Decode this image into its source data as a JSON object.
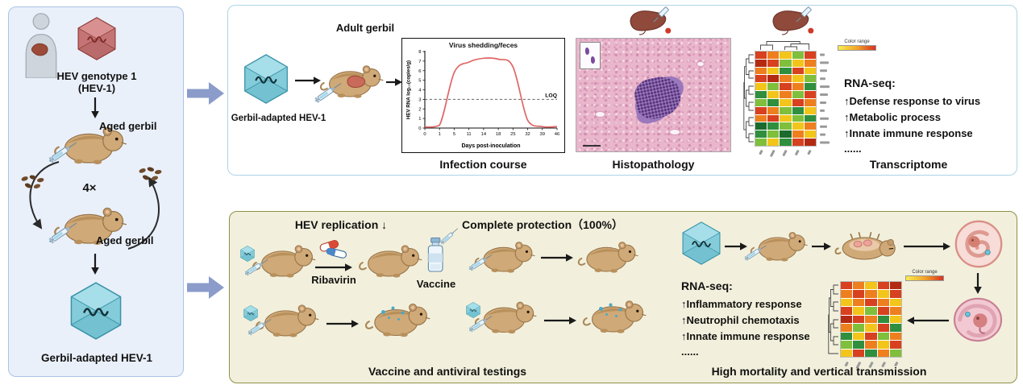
{
  "colors": {
    "panel_left_bg": "#eaf0fa",
    "panel_left_border": "#a9c3e6",
    "panel_top_border": "#aed4e6",
    "panel_bottom_bg": "#f2f0dc",
    "panel_bottom_border": "#8f9048",
    "connector_arrow": "#8b9cca",
    "virus_red": "#cb8181",
    "virus_blue": "#92d6e3",
    "chart_line": "#e06666"
  },
  "left_panel": {
    "genotype_line1": "HEV genotype 1",
    "genotype_line2": "(HEV-1)",
    "aged_gerbil_top": "Aged gerbil",
    "passage_count": "4×",
    "aged_gerbil_bottom": "Aged gerbil",
    "adapted_label": "Gerbil-adapted HEV-1"
  },
  "top_panel": {
    "virus_label": "Gerbil-adapted HEV-1",
    "adult_gerbil_label": "Adult gerbil",
    "caption_infection": "Infection course",
    "caption_histopathology": "Histopathology",
    "caption_transcriptome": "Transcriptome",
    "legend_label": "Color range",
    "rnaseq_title": "RNA-seq:",
    "rnaseq_items": [
      "↑Defense response to virus",
      "↑Metabolic process",
      "↑Innate immune response",
      "......"
    ]
  },
  "chart_data": {
    "type": "line",
    "title": "Virus shedding/feces",
    "xlabel": "Days post-inoculation",
    "ylabel": "HEV RNA log₁₀(copies/g)",
    "x": [
      0,
      1,
      5,
      11,
      14,
      18,
      25,
      32,
      39,
      46
    ],
    "values": [
      0.1,
      0.3,
      5.8,
      6.9,
      7.3,
      7.2,
      6.4,
      0.8,
      0.15,
      0.15
    ],
    "ylim": [
      0,
      8
    ],
    "yticks": [
      0,
      1,
      2,
      3,
      4,
      5,
      6,
      7,
      8
    ],
    "loq_label": "LOQ",
    "loq_value": 3.0,
    "line_color": "#e06666",
    "legend_position": "none",
    "grid": false
  },
  "bottom_panel": {
    "replication_label": "HEV replication ↓",
    "ribavirin_label": "Ribavirin",
    "protection_label": "Complete protection（100%）",
    "vaccine_label": "Vaccine",
    "rnaseq_title": "RNA-seq:",
    "rnaseq_items": [
      "↑Inflammatory response",
      "↑Neutrophil chemotaxis",
      "↑Innate immune response",
      "......"
    ],
    "caption_left": "Vaccine and antiviral testings",
    "caption_right": "High mortality and vertical transmission",
    "legend_label": "Color range"
  },
  "heatmaps": {
    "transcriptome": [
      [
        "#d7411f",
        "#ee7f1e",
        "#f3c51a",
        "#7fbf3c",
        "#d7411f"
      ],
      [
        "#b22a12",
        "#d7411f",
        "#7fbf3c",
        "#f3c51a",
        "#ee7f1e"
      ],
      [
        "#ee7f1e",
        "#f3c51a",
        "#2f8f3e",
        "#d7411f",
        "#f3c51a"
      ],
      [
        "#d7411f",
        "#b22a12",
        "#ee7f1e",
        "#f3c51a",
        "#7fbf3c"
      ],
      [
        "#f3c51a",
        "#7fbf3c",
        "#d7411f",
        "#ee7f1e",
        "#2f8f3e"
      ],
      [
        "#2f8f3e",
        "#f3c51a",
        "#ee7f1e",
        "#7fbf3c",
        "#d7411f"
      ],
      [
        "#7fbf3c",
        "#2f8f3e",
        "#f3c51a",
        "#d7411f",
        "#ee7f1e"
      ],
      [
        "#d7411f",
        "#ee7f1e",
        "#7fbf3c",
        "#2f8f3e",
        "#f3c51a"
      ],
      [
        "#ee7f1e",
        "#d7411f",
        "#f3c51a",
        "#7fbf3c",
        "#2f8f3e"
      ],
      [
        "#1c6b2e",
        "#2f8f3e",
        "#7fbf3c",
        "#f3c51a",
        "#ee7f1e"
      ],
      [
        "#2f8f3e",
        "#7fbf3c",
        "#1c6b2e",
        "#ee7f1e",
        "#f3c51a"
      ],
      [
        "#7fbf3c",
        "#f3c51a",
        "#2f8f3e",
        "#d7411f",
        "#b22a12"
      ]
    ],
    "vertical": [
      [
        "#d7411f",
        "#ee7f1e",
        "#f3c51a",
        "#d7411f",
        "#b22a12"
      ],
      [
        "#ee7f1e",
        "#d7411f",
        "#ee7f1e",
        "#f3c51a",
        "#d7411f"
      ],
      [
        "#f3c51a",
        "#ee7f1e",
        "#d7411f",
        "#ee7f1e",
        "#f3c51a"
      ],
      [
        "#d7411f",
        "#f3c51a",
        "#7fbf3c",
        "#d7411f",
        "#ee7f1e"
      ],
      [
        "#b22a12",
        "#d7411f",
        "#ee7f1e",
        "#2f8f3e",
        "#f3c51a"
      ],
      [
        "#ee7f1e",
        "#7fbf3c",
        "#f3c51a",
        "#d7411f",
        "#2f8f3e"
      ],
      [
        "#2f8f3e",
        "#f3c51a",
        "#d7411f",
        "#7fbf3c",
        "#ee7f1e"
      ],
      [
        "#7fbf3c",
        "#2f8f3e",
        "#ee7f1e",
        "#f3c51a",
        "#d7411f"
      ],
      [
        "#f3c51a",
        "#d7411f",
        "#2f8f3e",
        "#ee7f1e",
        "#7fbf3c"
      ]
    ]
  }
}
